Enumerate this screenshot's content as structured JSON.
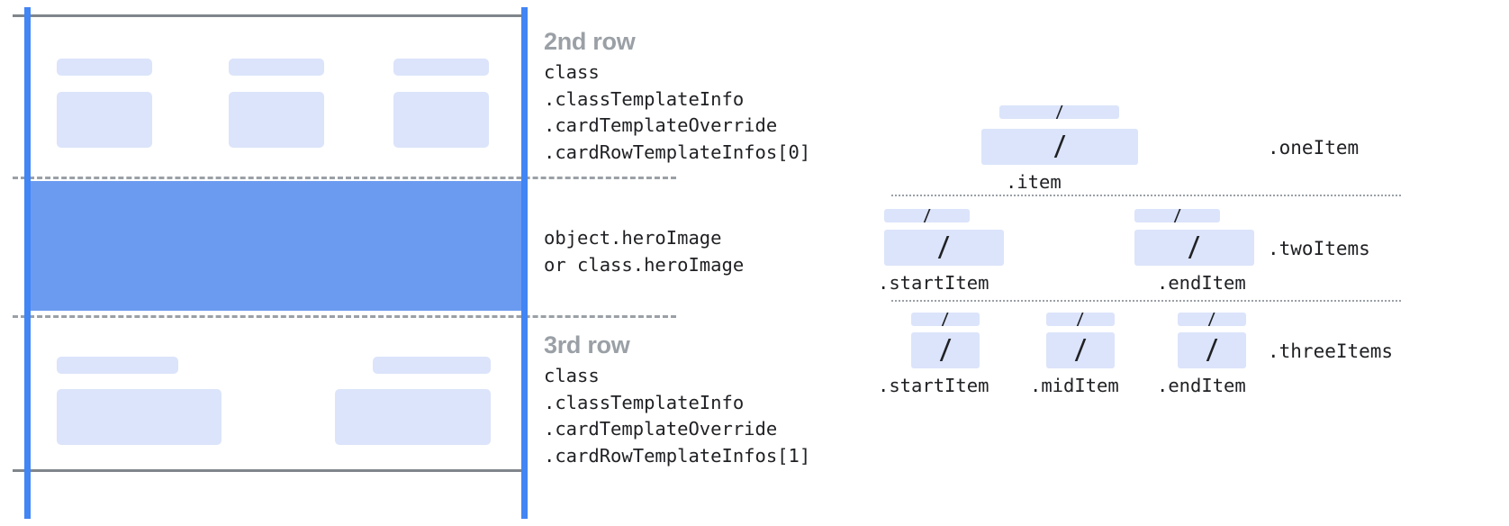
{
  "diagram": {
    "title_hidden": "",
    "colors": {
      "guide_blue": "#4285f4",
      "hero_blue": "#6b9bf0",
      "placeholder_blue": "#dbe4fa",
      "rule_gray": "#80868b",
      "heading_gray": "#9aa0a6",
      "text_black": "#202124"
    }
  },
  "card": {
    "rows": [
      {
        "heading": "2nd row",
        "code": "class\n.classTemplateInfo\n.cardTemplateOverride\n.cardRowTemplateInfos[0]"
      },
      {
        "heading": "",
        "code": "object.heroImage\nor class.heroImage"
      },
      {
        "heading": "3rd row",
        "code": "class\n.classTemplateInfo\n.cardTemplateOverride\n.cardRowTemplateInfos[1]"
      }
    ]
  },
  "item_layouts": {
    "slash_glyph": "/",
    "groups": [
      {
        "name": ".oneItem",
        "columns": [
          {
            "label": ".item",
            "slash": "/"
          }
        ]
      },
      {
        "name": ".twoItems",
        "columns": [
          {
            "label": ".startItem",
            "slash": "/"
          },
          {
            "label": ".endItem",
            "slash": "/"
          }
        ]
      },
      {
        "name": ".threeItems",
        "columns": [
          {
            "label": ".startItem",
            "slash": "/"
          },
          {
            "label": ".midItem",
            "slash": "/"
          },
          {
            "label": ".endItem",
            "slash": "/"
          }
        ]
      }
    ]
  }
}
